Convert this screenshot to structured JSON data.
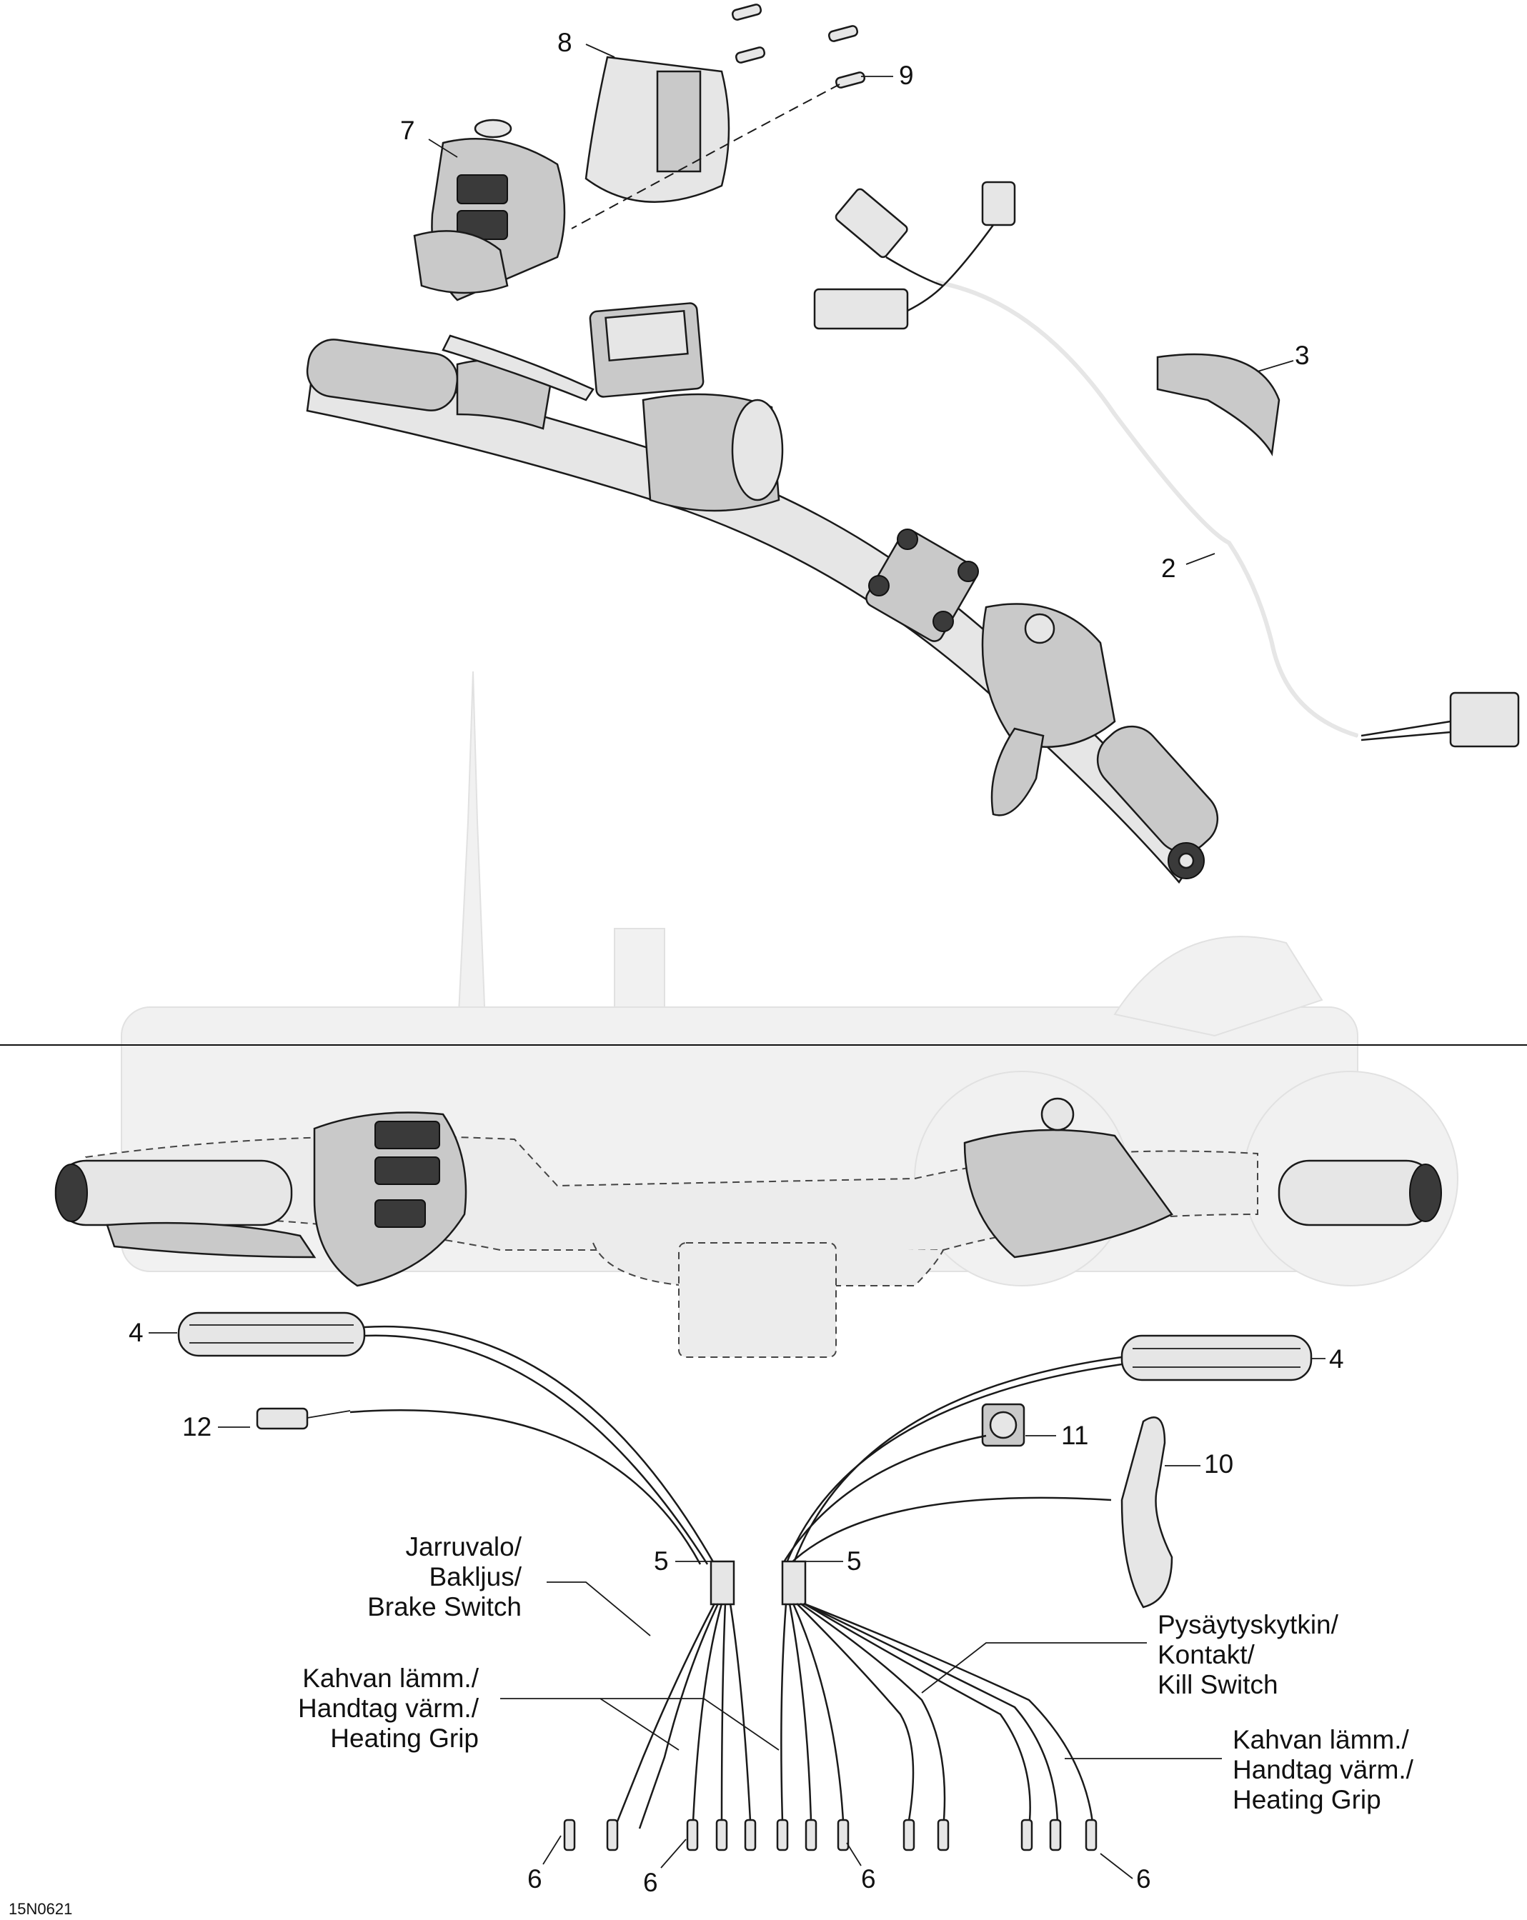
{
  "figure_code": "15N0621",
  "callouts": {
    "c2": "2",
    "c3": "3",
    "c4_left": "4",
    "c4_right": "4",
    "c5_left": "5",
    "c5_right": "5",
    "c6_a": "6",
    "c6_b": "6",
    "c6_c": "6",
    "c6_d": "6",
    "c7": "7",
    "c8": "8",
    "c9": "9",
    "c10": "10",
    "c11": "11",
    "c12": "12"
  },
  "notes": {
    "brake_switch": [
      "Jarruvalo/",
      "Bakljus/",
      "Brake Switch"
    ],
    "heating_grip_left": [
      "Kahvan lämm./",
      "Handtag värm./",
      "Heating Grip"
    ],
    "kill_switch": [
      "Pysäytyskytkin/",
      "Kontakt/",
      "Kill Switch"
    ],
    "heating_grip_right": [
      "Kahvan lämm./",
      "Handtag värm./",
      "Heating Grip"
    ]
  }
}
